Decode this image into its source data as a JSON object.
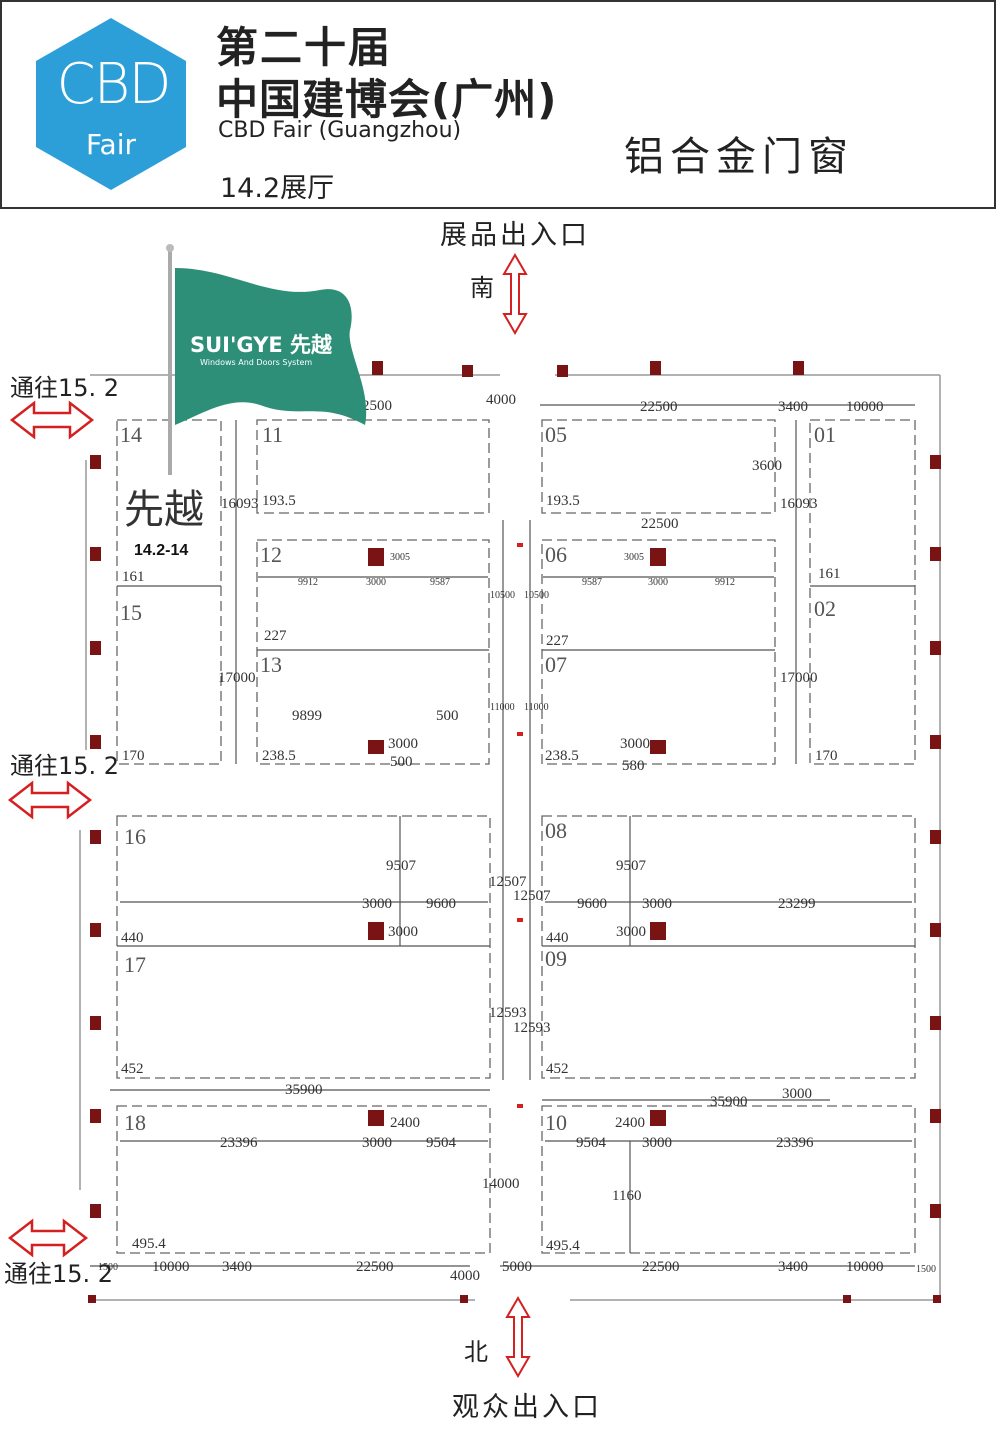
{
  "header": {
    "logo_main": "CBD",
    "logo_sub": "Fair",
    "title_line1": "第二十届",
    "title_line2": "中国建博会(广州)",
    "title_en": "CBD Fair (Guangzhou)",
    "hall": "14.2展厅",
    "category": "铝合金门窗"
  },
  "entrances": {
    "south_label": "展品出入口",
    "south_dir": "南",
    "north_label": "观众出入口",
    "north_dir": "北",
    "side_label": "通往15. 2",
    "side_label_bottom": "通往15. 2"
  },
  "exhibitor": {
    "flag_brand": "SUI'GYE 先越",
    "flag_tagline": "Windows And Doors System",
    "name": "先越",
    "booth": "14.2-14"
  },
  "booths": [
    {
      "no": "14",
      "area": "161"
    },
    {
      "no": "15",
      "area": "170"
    },
    {
      "no": "11",
      "area": "193.5"
    },
    {
      "no": "12",
      "area": "227"
    },
    {
      "no": "13",
      "area": "238.5"
    },
    {
      "no": "05",
      "area": "193.5"
    },
    {
      "no": "06",
      "area": "227"
    },
    {
      "no": "07",
      "area": "238.5"
    },
    {
      "no": "01",
      "area": "161"
    },
    {
      "no": "02",
      "area": "170"
    },
    {
      "no": "16",
      "area": "440"
    },
    {
      "no": "17",
      "area": "452"
    },
    {
      "no": "08",
      "area": "440"
    },
    {
      "no": "09",
      "area": "452"
    },
    {
      "no": "18",
      "area": "495.4"
    },
    {
      "no": "10",
      "area": "495.4"
    }
  ],
  "dimensions": {
    "top_left": [
      "2500",
      "4000"
    ],
    "top_right": [
      "22500",
      "3400",
      "10000"
    ],
    "mid_left": [
      "16093",
      "17000"
    ],
    "mid_right": [
      "3600",
      "16093",
      "17000",
      "22500"
    ],
    "small_left": [
      "9912",
      "3000",
      "9587",
      "3005"
    ],
    "small_right": [
      "3005",
      "9587",
      "3000",
      "9912"
    ],
    "aisle": [
      "10500",
      "10500",
      "11000",
      "11000"
    ],
    "row2_left": [
      "9899",
      "500",
      "3000",
      "500"
    ],
    "row2_right": [
      "3000",
      "580"
    ],
    "lower_left": [
      "9507",
      "3000",
      "9600",
      "3000",
      "12507",
      "12593",
      "35900"
    ],
    "lower_right": [
      "12507",
      "9507",
      "9600",
      "3000",
      "3000",
      "23299",
      "12593",
      "35900",
      "3000"
    ],
    "bottom_left": [
      "2400",
      "23396",
      "3000",
      "9504",
      "14000"
    ],
    "bottom_right": [
      "2400",
      "9504",
      "3000",
      "23396",
      "1160"
    ],
    "bottom_row": [
      "1500",
      "10000",
      "3400",
      "22500",
      "4000",
      "5000",
      "22500",
      "3400",
      "10000",
      "1500"
    ]
  },
  "colors": {
    "logo_blue": "#2c9fd9",
    "flag_green": "#2e8f78",
    "pillar": "#7a1414",
    "arrow_red": "#d42020",
    "booth_line": "#666666"
  }
}
